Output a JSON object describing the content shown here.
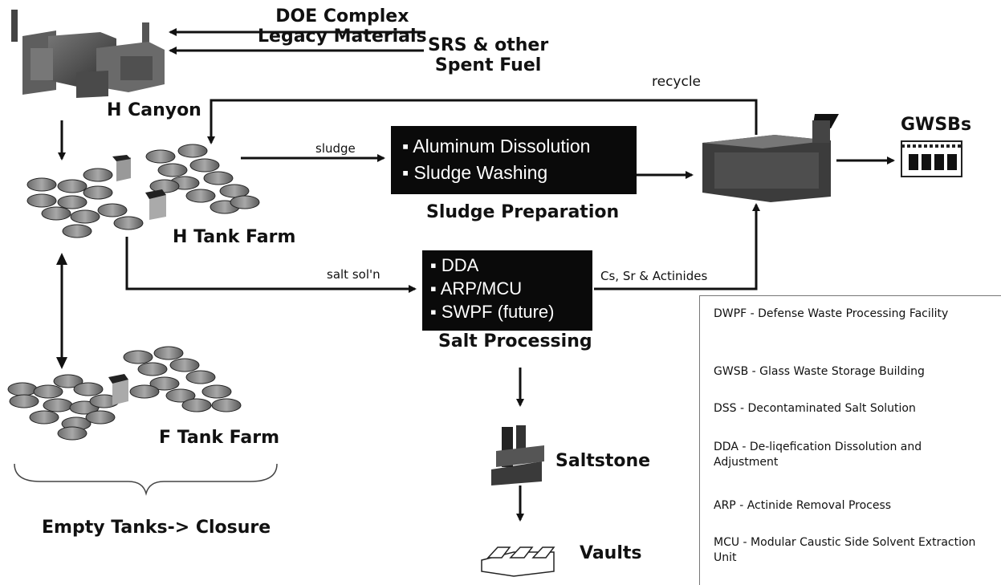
{
  "sources": {
    "doe": [
      "DOE Complex",
      "Legacy Materials"
    ],
    "srs": [
      "SRS & other",
      "Spent Fuel"
    ]
  },
  "facilities": {
    "h_canyon": "H Canyon",
    "h_tank_farm": "H Tank Farm",
    "f_tank_farm": "F Tank Farm",
    "empty_tanks": "Empty Tanks-> Closure",
    "gwsbs": "GWSBs",
    "saltstone": "Saltstone",
    "vaults": "Vaults"
  },
  "flows": {
    "recycle": "recycle",
    "sludge": "sludge",
    "salt_soln": "salt sol'n",
    "cs_sr": "Cs, Sr & Actinides"
  },
  "sludge_box": {
    "items": [
      "▪ Aluminum Dissolution",
      "▪ Sludge Washing"
    ],
    "caption": "Sludge Preparation"
  },
  "salt_box": {
    "items": [
      "▪ DDA",
      "▪ ARP/MCU",
      "▪ SWPF (future)"
    ],
    "caption": "Salt Processing"
  },
  "legend": [
    "DWPF - Defense Waste Processing Facility",
    "GWSB - Glass Waste Storage Building",
    "DSS - Decontaminated Salt Solution",
    "DDA - De-liqefication Dissolution and Adjustment",
    "ARP - Actinide Removal Process",
    "MCU - Modular Caustic Side Solvent Extraction Unit"
  ]
}
